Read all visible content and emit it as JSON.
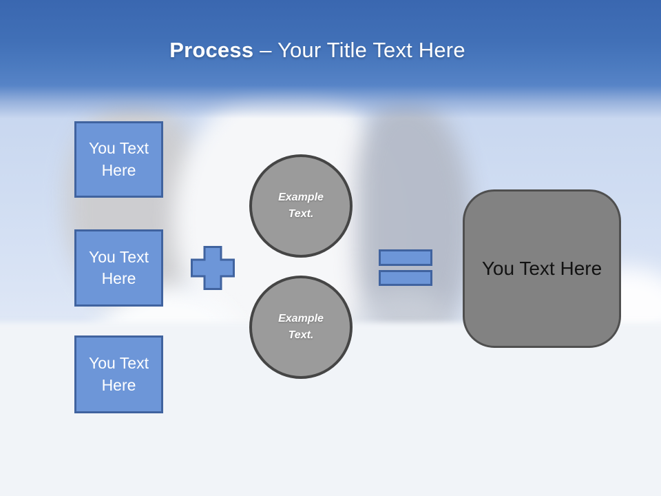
{
  "header": {
    "title_bold": "Process",
    "title_rest": "– Your Title Text Here"
  },
  "left_boxes": [
    {
      "label": "You Text Here"
    },
    {
      "label": "You Text Here"
    },
    {
      "label": "You Text Here"
    }
  ],
  "operators": {
    "plus": "+",
    "equals": "="
  },
  "circles": [
    {
      "label": "Example Text."
    },
    {
      "label": "Example Text."
    }
  ],
  "result_box": {
    "label": "You Text Here"
  },
  "background": {
    "subject": "faded photo of a white puppy with gray ears on light blue sky over snow"
  },
  "colors": {
    "accent_blue_fill": "#6d96d8",
    "accent_blue_border": "#40639f",
    "circle_gray_fill": "#9b9b9b",
    "circle_gray_border": "#454545",
    "result_gray_fill": "#828282",
    "result_gray_border": "#4f4f4f",
    "header_blue_top": "#3a67b0",
    "header_blue_bottom": "#5784c7",
    "title_text": "#ffffff",
    "snow_white": "#f1f4f8"
  }
}
